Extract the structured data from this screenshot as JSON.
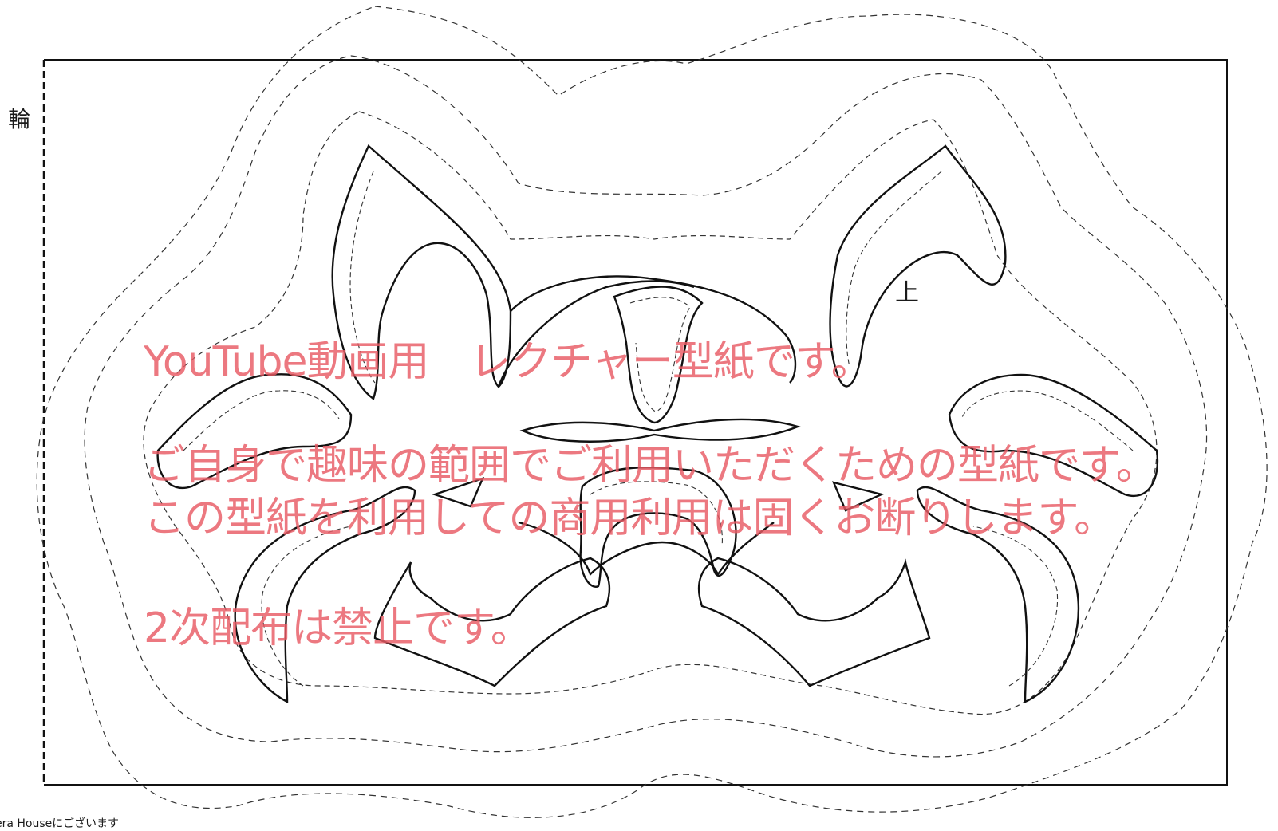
{
  "labels": {
    "fold": "輪",
    "up": "上",
    "copyright": "era Houseにございます"
  },
  "watermark": {
    "line1": "YouTube動画用　レクチャー型紙です。",
    "line2": "ご自身で趣味の範囲でご利用いただくための型紙です。",
    "line3": "この型紙を利用しての商用利用は固くお断りします。",
    "line4": "2次配布は禁止です。"
  },
  "colors": {
    "line": "#111111",
    "dashed": "#333333",
    "watermark": "#e85a64",
    "background": "#ffffff"
  }
}
